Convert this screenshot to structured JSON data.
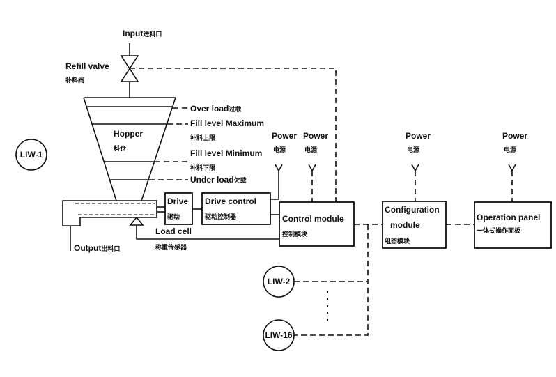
{
  "input": {
    "en": "Input",
    "zh": "进料口"
  },
  "refill_valve": {
    "en": "Refill valve",
    "zh": "补料阀"
  },
  "hopper": {
    "en": "Hopper",
    "zh": "料仓"
  },
  "levels": {
    "over_load": {
      "en": "Over load",
      "zh": "过载"
    },
    "fill_max": {
      "en": "Fill level Maximum",
      "zh": "补料上限"
    },
    "fill_min": {
      "en": "Fill level Minimum",
      "zh": "补料下限"
    },
    "under_load": {
      "en": "Under load",
      "zh": "欠载"
    }
  },
  "output": {
    "en": "Output",
    "zh": "出料口"
  },
  "load_cell": {
    "en": "Load cell",
    "zh": "称重传感器"
  },
  "drive": {
    "en": "Drive",
    "zh": "驱动"
  },
  "drive_control": {
    "en": "Drive control",
    "zh": "驱动控制器"
  },
  "control_module": {
    "en": "Control module",
    "zh": "控制模块"
  },
  "configuration_module": {
    "en1": "Configuration",
    "en2": "module",
    "zh": "组态模块"
  },
  "operation_panel": {
    "en": "Operation panel",
    "zh": "一体式操作面板"
  },
  "power": {
    "en": "Power",
    "zh": "电源"
  },
  "units": {
    "liw1": "LIW-1",
    "liw2": "LIW-2",
    "liw16": "LIW-16"
  }
}
